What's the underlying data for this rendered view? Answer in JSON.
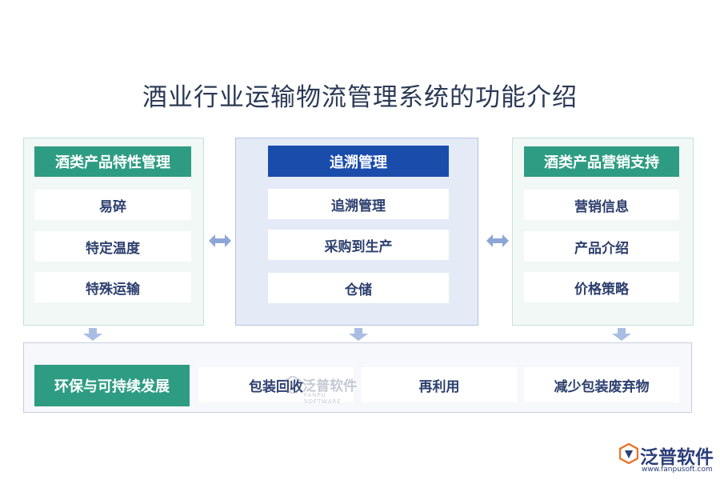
{
  "title": "酒业行业运输物流管理系统的功能介绍",
  "left_panel": {
    "header": "酒类产品特性管理",
    "items": [
      "易碎",
      "特定温度",
      "特殊运输"
    ]
  },
  "middle_panel": {
    "header": "追溯管理",
    "items": [
      "追溯管理",
      "采购到生产",
      "仓储"
    ]
  },
  "right_panel": {
    "header": "酒类产品营销支持",
    "items": [
      "营销信息",
      "产品介绍",
      "价格策略"
    ]
  },
  "bottom_panel": {
    "header": "环保与可持续发展",
    "items": [
      "包装回收",
      "再利用",
      "减少包装废弃物"
    ]
  },
  "watermark": {
    "text": "泛普软件",
    "sub": "FANPU SOFTWARE"
  },
  "brand": {
    "name": "泛普软件",
    "url": "www.fanpusoft.com"
  },
  "colors": {
    "green_header": "#2e9c83",
    "blue_header": "#1a4cab",
    "item_text": "#2c3f6e",
    "arrow": "#8ea6d6"
  },
  "icons": [
    "double-arrow-icon",
    "down-arrow-icon",
    "fanpu-logo-icon"
  ]
}
